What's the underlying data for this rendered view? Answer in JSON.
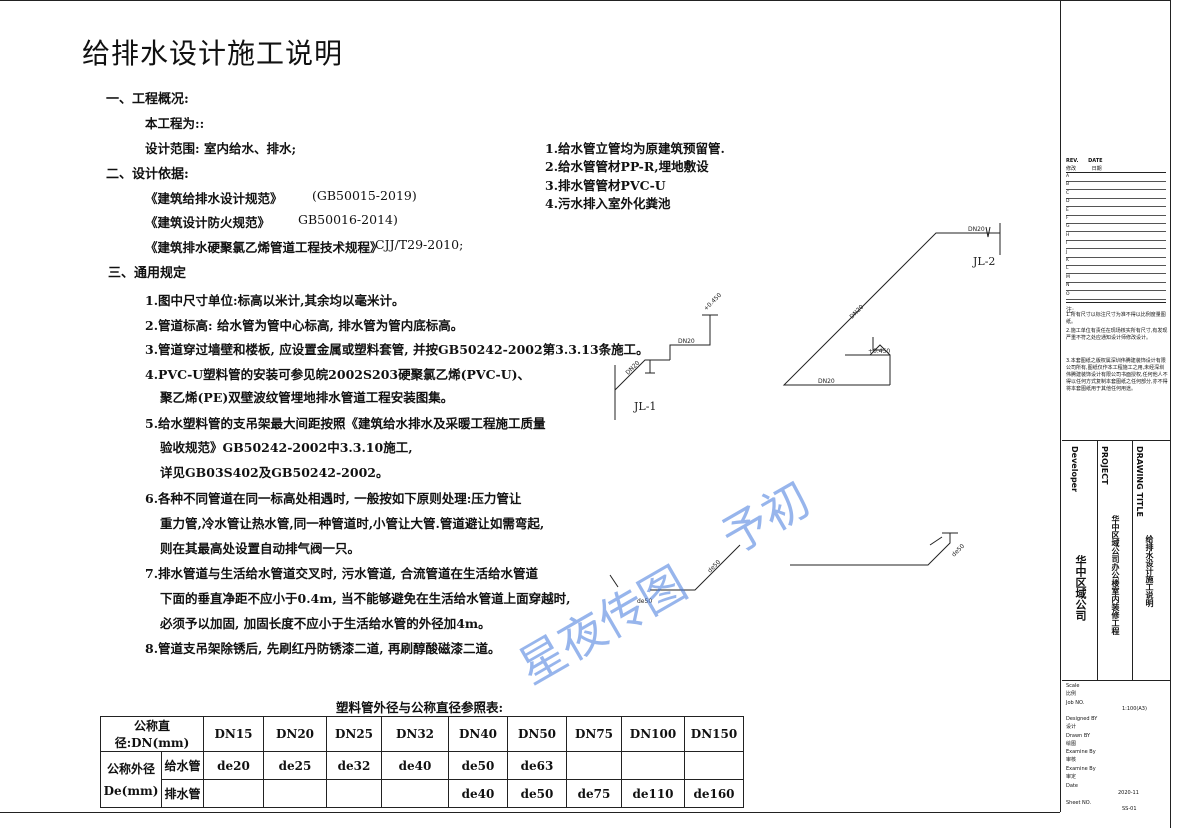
{
  "title": "给排水设计施工说明",
  "section1": {
    "heading": "一、工程概况:",
    "project_name": "本工程为::",
    "scope": "设计范围: 室内给水、排水;"
  },
  "section2": {
    "heading": "二、设计依据:",
    "codes": [
      {
        "name": "《建筑给排水设计规范》",
        "code": "(GB50015-2019)"
      },
      {
        "name": "《建筑设计防火规范》",
        "code": "GB50016-2014)"
      },
      {
        "name": "《建筑排水硬聚氯乙烯管道工程技术规程》",
        "code": "CJJ/T29-2010;"
      }
    ]
  },
  "section3": {
    "heading": "三、通用规定",
    "items": [
      "1.图中尺寸单位:标高以米计,其余均以毫米计。",
      "2.管道标高: 给水管为管中心标高, 排水管为管内底标高。",
      "3.管道穿过墙壁和楼板, 应设置金属或塑料套管, 并按GB50242-2002第3.3.13条施工。",
      "4.PVC-U塑料管的安装可参见皖2002S203硬聚氯乙烯(PVC-U)、",
      "聚乙烯(PE)双壁波纹管埋地排水管道工程安装图集。",
      "5.给水塑料管的支吊架最大间距按照《建筑给水排水及采暖工程施工质量",
      "验收规范》GB50242-2002中3.3.10施工,",
      "详见GB03S402及GB50242-2002。",
      "6.各种不同管道在同一标高处相遇时, 一般按如下原则处理:压力管让",
      "重力管,冷水管让热水管,同一种管道时,小管让大管.管道避让如需弯起,",
      "则在其最高处设置自动排气阀一只。",
      "7.排水管道与生活给水管道交叉时, 污水管道, 合流管道在生活给水管道",
      "下面的垂直净距不应小于0.4m, 当不能够避免在生活给水管道上面穿越时,",
      "必须予以加固, 加固长度不应小于生活给水管的外径加4m。",
      "8.管道支吊架除锈后, 先刷红丹防锈漆二道, 再刷醇酸磁漆二道。"
    ]
  },
  "notes": [
    "1.给水管立管均为原建筑预留管.",
    "2.给水管管材PP-R,埋地敷设",
    "3.排水管管材PVC-U",
    "4.污水排入室外化粪池"
  ],
  "diagram": {
    "jl1": "JL-1",
    "jl2": "JL-2",
    "dn20_a": "DN20",
    "dn20_b": "DN20",
    "dn20_c": "DN20",
    "dn20_d": "DN20",
    "dn20_e": "DN20",
    "elev_a": "+0.450",
    "elev_b": "+0.450",
    "de50_a": "de50",
    "de50_b": "de50",
    "de50_c": "de50"
  },
  "table": {
    "caption": "塑料管外径与公称直径参照表:",
    "row1_header": "公称直径:DN(mm)",
    "dn": [
      "DN15",
      "DN20",
      "DN25",
      "DN32",
      "DN40",
      "DN50",
      "DN75",
      "DN100",
      "DN150"
    ],
    "group_header_1": "公称外径",
    "group_header_2": "De(mm)",
    "supply_label": "给水管",
    "supply": [
      "de20",
      "de25",
      "de32",
      "de40",
      "de50",
      "de63",
      "",
      "",
      ""
    ],
    "drain_label": "排水管",
    "drain": [
      "",
      "",
      "",
      "",
      "de40",
      "de50",
      "de75",
      "de110",
      "de160"
    ]
  },
  "title_block": {
    "rev_label": "REV.",
    "date_label": "DATE",
    "rev_sub": "修改",
    "date_sub": "日期",
    "rev_rows": [
      "A",
      "B",
      "C",
      "D",
      "E",
      "F",
      "G",
      "H",
      "I",
      "J",
      "K",
      "L",
      "M",
      "N",
      "O"
    ],
    "notes_heading": "注:",
    "notes": [
      "1.所有尺寸以标注尺寸为准不得以比例度量图纸。",
      "2.施工单位有责任在现场核实所有尺寸,有发现严重不符之处应通知设计师修改设计。",
      "3.本套图纸之版权属深圳伟腾建装饰设计有限公司所有,图纸仅作本工程施工之用,未经深圳伟腾建装饰设计有限公司书面授权,任何他人不得以任何方式复制本套图纸之任何部分,亦不得将本套图纸用于其他任何用途。"
    ],
    "developer_label": "Developer",
    "project_label": "PROJECT",
    "drawing_title_label": "DRAWING TITLE",
    "company": "华中区域公司",
    "project_name": "华中区域公司办公楼室内装修工程",
    "drawing_title": "给排水设计施工说明",
    "scale_label": "Scale",
    "scale_sub": "比例",
    "job_label": "Job NO.",
    "job_value": "1:100(A3)",
    "designed_label": "Designed BY",
    "designed_sub": "设计",
    "drawn_label": "Drawn BY",
    "drawn_sub": "绘图",
    "examine_label": "Examine By",
    "examine_sub": "审核",
    "examine2_label": "Examine By",
    "examine2_sub": "审定",
    "date2_label": "Date",
    "date2_value": "2020-11",
    "sheet_label": "Sheet NO.",
    "sheet_value": "SS-01"
  },
  "watermark": {
    "line1": "星夜传图",
    "line2": "予初"
  }
}
